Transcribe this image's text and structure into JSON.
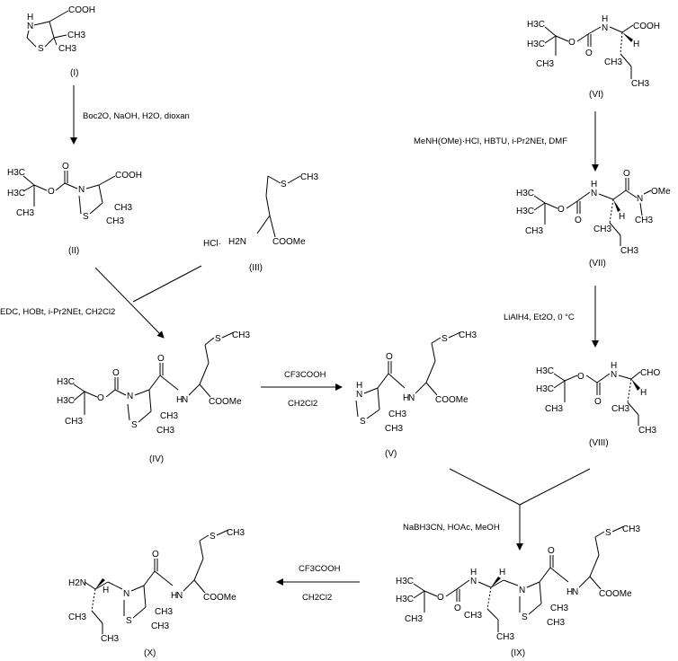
{
  "compounds": {
    "I": {
      "label": "(I)",
      "cooh": "COOH",
      "ch3a": "CH3",
      "ch3b": "CH3"
    },
    "II": {
      "label": "(II)",
      "cooh": "COOH",
      "ch3a": "CH3",
      "ch3b": "CH3"
    },
    "III": {
      "label": "(III)",
      "hcl": "HCl·",
      "h2n": "H2N",
      "ester": "COOMe",
      "sch3": "CH3"
    },
    "IV": {
      "label": "(IV)",
      "ester": "COOMe",
      "ch3a": "CH3",
      "ch3b": "CH3"
    },
    "V": {
      "label": "(V)",
      "ester": "COOMe",
      "ch3a": "CH3",
      "ch3b": "CH3"
    },
    "VI": {
      "label": "(VI)",
      "cooh": "COOH"
    },
    "VII": {
      "label": "(VII)",
      "ome": "OMe"
    },
    "VIII": {
      "label": "(VIII)",
      "cho": "CHO"
    },
    "IX": {
      "label": "(IX)",
      "ester": "COOMe"
    },
    "X": {
      "label": "(X)",
      "ester": "COOMe"
    }
  },
  "atoms": {
    "N": "N",
    "NH": "N",
    "H": "H",
    "S": "S",
    "O": "O",
    "C": "C",
    "H3C": "H3C",
    "CH3": "CH3",
    "CH3_": "CH3",
    "H2N": "H2N",
    "NH2": "H2N"
  },
  "reagents": {
    "step_I_II": "Boc2O, NaOH, H2O, dioxan",
    "step_coupling": "EDC, HOBt, i-Pr2NEt, CH2Cl2",
    "step_IV_V_top": "CF3COOH",
    "step_IV_V_bottom": "CH2Cl2",
    "step_VI_VII": "MeNH(OMe)·HCl, HBTU, i-Pr2NEt, DMF",
    "step_VII_VIII": "LiAlH4, Et2O, 0 °C",
    "step_reductive_amination": "NaBH3CN, HOAc, MeOH",
    "step_IX_X_top": "CF3COOH",
    "step_IX_X_bottom": "CH2Cl2"
  }
}
